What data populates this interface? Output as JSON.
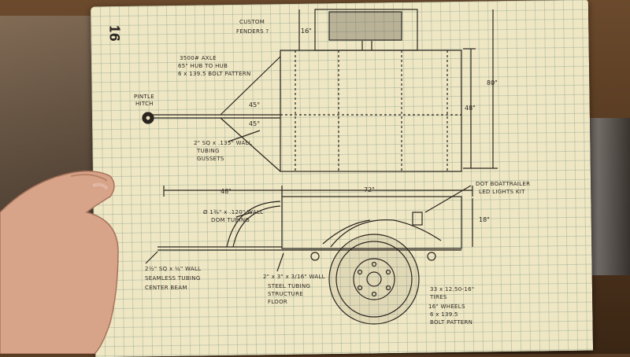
{
  "page_number": "16",
  "labels": {
    "fenders": [
      "CUSTOM",
      "FENDERS ?"
    ],
    "axle": [
      "3500# AXLE",
      "65\" HUB TO HUB",
      "6 x 139.5 BOLT PATTERN"
    ],
    "hitch": [
      "PINTLE",
      "HITCH"
    ],
    "gussets": [
      "2\" SQ x .135\" WALL",
      "TUBING",
      "GUSSETS"
    ],
    "led": [
      "DOT BOATTRAILER",
      "LED LIGHTS KIT"
    ],
    "dom": [
      "Ø 1¾\" x .120\" WALL",
      "DOM TUBING"
    ],
    "center_beam": [
      "2½\" SQ x ¼\" WALL",
      "SEAMLESS TUBING",
      "CENTER BEAM"
    ],
    "floor": [
      "2\" x 3\" x 3/16\" WALL",
      "STEEL TUBING",
      "STRUCTURE",
      "FLOOR"
    ],
    "tires": [
      "33 x 12.50-16\"",
      "TIRES"
    ],
    "wheels": [
      "16\" WHEELS",
      "6 x 139.5",
      "BOLT PATTERN"
    ]
  },
  "dimensions": {
    "fender_height": "16\"",
    "overall_width": "80\"",
    "bed_width": "48\"",
    "angle_top": "45°",
    "angle_bottom": "45°",
    "tongue_length": "48\"",
    "bed_length": "72\"",
    "bed_height": "18\""
  },
  "colors": {
    "ink": "#2b2520",
    "paper": "#efe7c3",
    "grid": "#7b968c"
  },
  "icons": [
    "hand",
    "pintle-hitch-icon",
    "wheel-icon"
  ]
}
